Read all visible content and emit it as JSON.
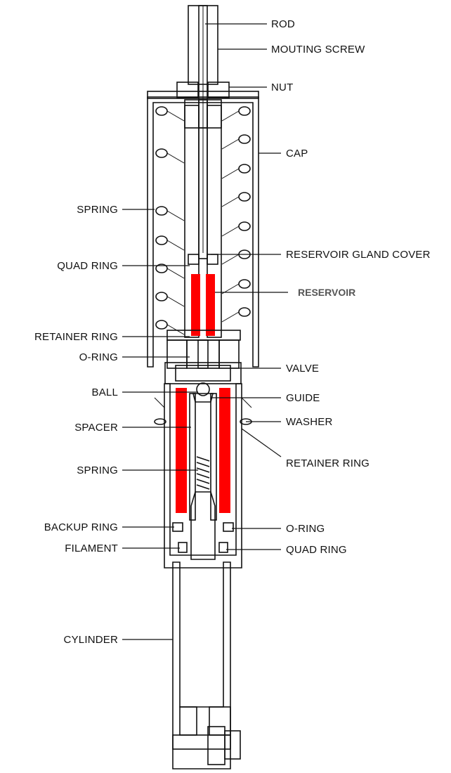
{
  "colors": {
    "reservoir_fill": "#ff0000",
    "line": "#111111",
    "reservoir_label": "#555555"
  },
  "labels": {
    "rod": "ROD",
    "mounting_screw": "MOUTING SCREW",
    "nut": "NUT",
    "cap": "CAP",
    "spring_upper": "SPRING",
    "reservoir_gland_cover": "RESERVOIR GLAND COVER",
    "quad_ring_upper": "QUAD RING",
    "reservoir": "RESERVOIR",
    "retainer_ring_left": "RETAINER RING",
    "o_ring_left": "O-RING",
    "valve": "VALVE",
    "ball": "BALL",
    "guide": "GUIDE",
    "spacer": "SPACER",
    "washer": "WASHER",
    "retainer_ring_right": "RETAINER RING",
    "spring_lower": "SPRING",
    "backup_ring": "BACKUP RING",
    "o_ring_right": "O-RING",
    "filament": "FILAMENT",
    "quad_ring_lower": "QUAD RING",
    "cylinder": "CYLINDER"
  }
}
